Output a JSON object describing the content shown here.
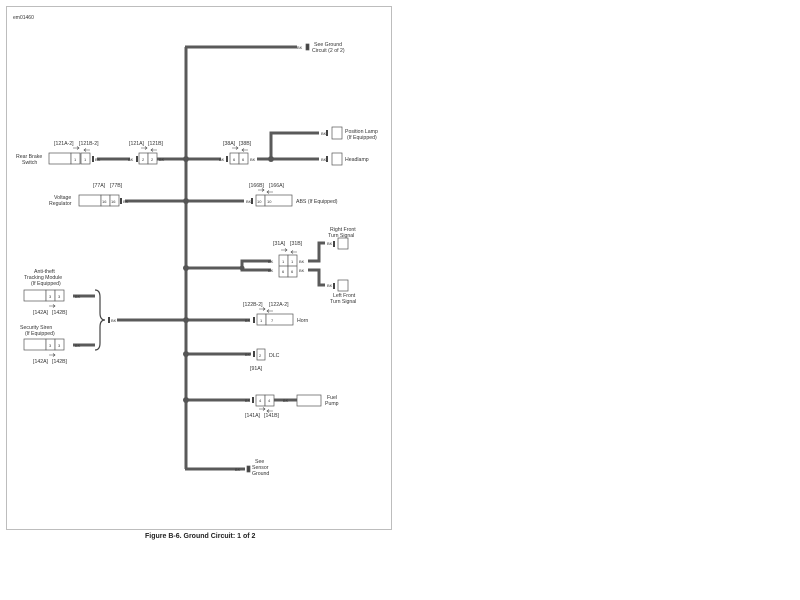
{
  "figure_id": "em01460",
  "caption": "Figure B-6. Ground Circuit: 1 of 2",
  "wire_color": "#5a5a5a",
  "components": {
    "ground_top": [
      "See Ground",
      "Circuit (2 of 2)"
    ],
    "rear_brake_switch": [
      "Rear Brake",
      "Switch"
    ],
    "voltage_regulator": [
      "Voltage",
      "Regulator"
    ],
    "position_lamp": [
      "Position Lamp",
      "(If Equipped)"
    ],
    "headlamp": "Headlamp",
    "abs": "ABS (If Equipped)",
    "right_front_turn": [
      "Right Front",
      "Turn Signal"
    ],
    "left_front_turn": [
      "Left Front",
      "Turn Signal"
    ],
    "anti_theft": [
      "Anti-theft",
      "Tracking Module",
      "(If Equipped)"
    ],
    "security_siren": [
      "Security Siren",
      "(If Equipped)"
    ],
    "horn": "Horn",
    "dlc": "DLC",
    "fuel_pump": [
      "Fuel",
      "Pump"
    ],
    "sensor_ground": [
      "See",
      "Sensor",
      "Ground"
    ]
  },
  "connectors": {
    "c121a2": "[121A-2]",
    "c121b2": "[121B-2]",
    "c121a": "[121A]",
    "c121b": "[121B]",
    "c38a": "[38A]",
    "c38b": "[38B]",
    "c77a": "[77A]",
    "c77b": "[77B]",
    "c166b": "[166B]",
    "c166a": "[166A]",
    "c31a": "[31A]",
    "c31b": "[31B]",
    "c142a": "[142A]",
    "c142b": "[142B]",
    "c122b2": "[122B-2]",
    "c122a2": "[122A-2]",
    "c91a": "[91A]",
    "c141a": "[141A]",
    "c141b": "[141B]"
  },
  "wire_label": "BK",
  "pins": {
    "p1": "1",
    "p2": "2",
    "p3": "3",
    "p4": "4",
    "p6": "6",
    "p7": "7",
    "p10": "10",
    "p16": "16"
  }
}
